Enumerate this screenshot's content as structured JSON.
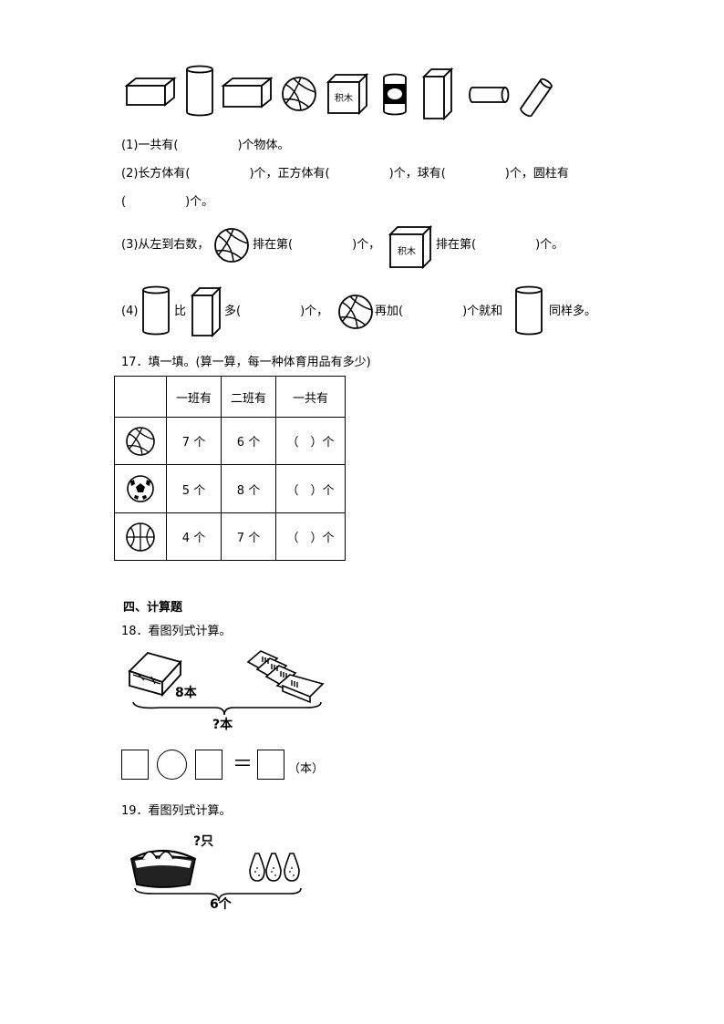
{
  "shapes_row": {
    "icons": [
      "cuboid-icon",
      "cylinder-icon",
      "cuboid-icon",
      "volleyball-icon",
      "cube-icon",
      "can-icon",
      "tall-cuboid-icon",
      "lying-cylinder-icon",
      "tilted-cylinder-icon"
    ],
    "cube_label": "积木"
  },
  "q16": {
    "line1": "(1)一共有(　　　　　)个物体。",
    "line2": "(2)长方体有(　　　　　)个，正方体有(　　　　　)个，球有(　　　　　)个，圆柱有",
    "line3": "(　　　　　)个。",
    "line4_a": "(3)从左到右数，",
    "line4_b": "排在第(　　　　　)个，",
    "line4_c": "排在第(　　　　　)个。",
    "line5_a": "(4)",
    "line5_b": "比",
    "line5_c": "多(　　　　　)个，",
    "line5_d": "再加(　　　　　)个就和",
    "line5_e": "同样多。"
  },
  "q17": {
    "title": "17．填一填。(算一算，每一种体育用品有多少)",
    "headers": [
      "",
      "一班有",
      "二班有",
      "一共有"
    ],
    "rows": [
      {
        "icon": "volleyball-icon",
        "c1": "7 个",
        "c2": "6 个",
        "c3": "（　）个"
      },
      {
        "icon": "soccer-ball-icon",
        "c1": "5 个",
        "c2": "8 个",
        "c3": "（　）个"
      },
      {
        "icon": "basketball-icon",
        "c1": "4 个",
        "c2": "7 个",
        "c3": "（　）个"
      }
    ]
  },
  "section4": {
    "title": "四、计算题"
  },
  "q18": {
    "title": "18．看图列式计算。",
    "label_known": "8本",
    "label_total": "?本",
    "equals": "＝",
    "unit": "（本）"
  },
  "q19": {
    "title": "19．看图列式计算。",
    "label_unknown": "?只",
    "label_total": "6个"
  }
}
